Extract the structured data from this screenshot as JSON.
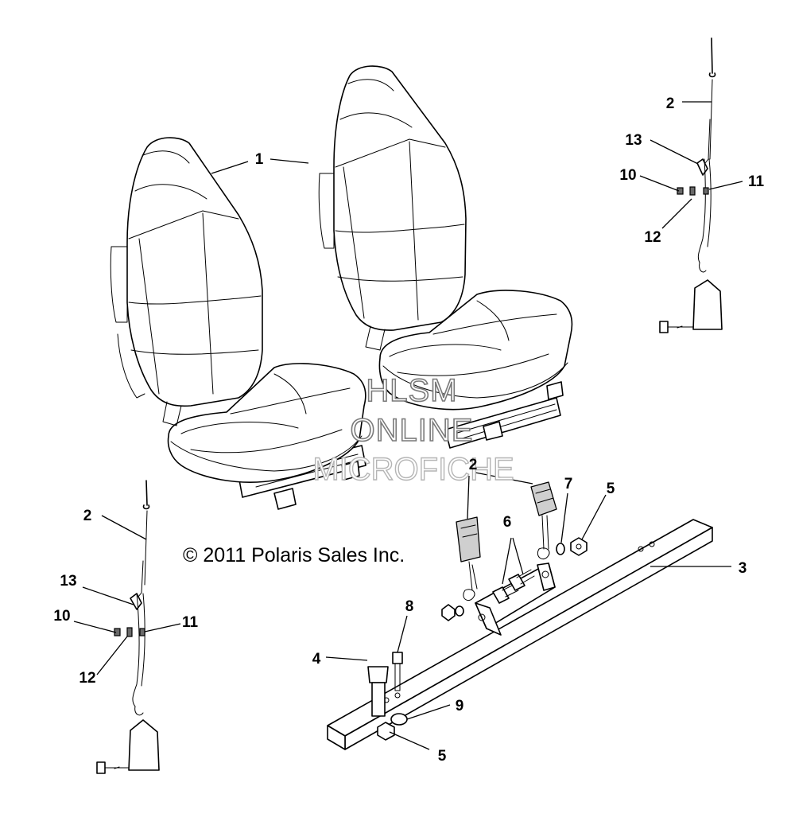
{
  "diagram": {
    "copyright": "© 2011 Polaris Sales Inc.",
    "watermark": [
      "HLSM",
      "ONLINE",
      "MICROFICHE"
    ],
    "callouts": [
      {
        "id": "c1",
        "label": "1"
      },
      {
        "id": "c2_top",
        "label": "2"
      },
      {
        "id": "c13_top",
        "label": "13"
      },
      {
        "id": "c10_top",
        "label": "10"
      },
      {
        "id": "c11_top",
        "label": "11"
      },
      {
        "id": "c12_top",
        "label": "12"
      },
      {
        "id": "c2_left",
        "label": "2"
      },
      {
        "id": "c13_left",
        "label": "13"
      },
      {
        "id": "c10_left",
        "label": "10"
      },
      {
        "id": "c11_left",
        "label": "11"
      },
      {
        "id": "c12_left",
        "label": "12"
      },
      {
        "id": "c2_mid",
        "label": "2"
      },
      {
        "id": "c7",
        "label": "7"
      },
      {
        "id": "c5_top",
        "label": "5"
      },
      {
        "id": "c6",
        "label": "6"
      },
      {
        "id": "c3",
        "label": "3"
      },
      {
        "id": "c8",
        "label": "8"
      },
      {
        "id": "c4",
        "label": "4"
      },
      {
        "id": "c9",
        "label": "9"
      },
      {
        "id": "c5_bottom",
        "label": "5"
      }
    ]
  }
}
